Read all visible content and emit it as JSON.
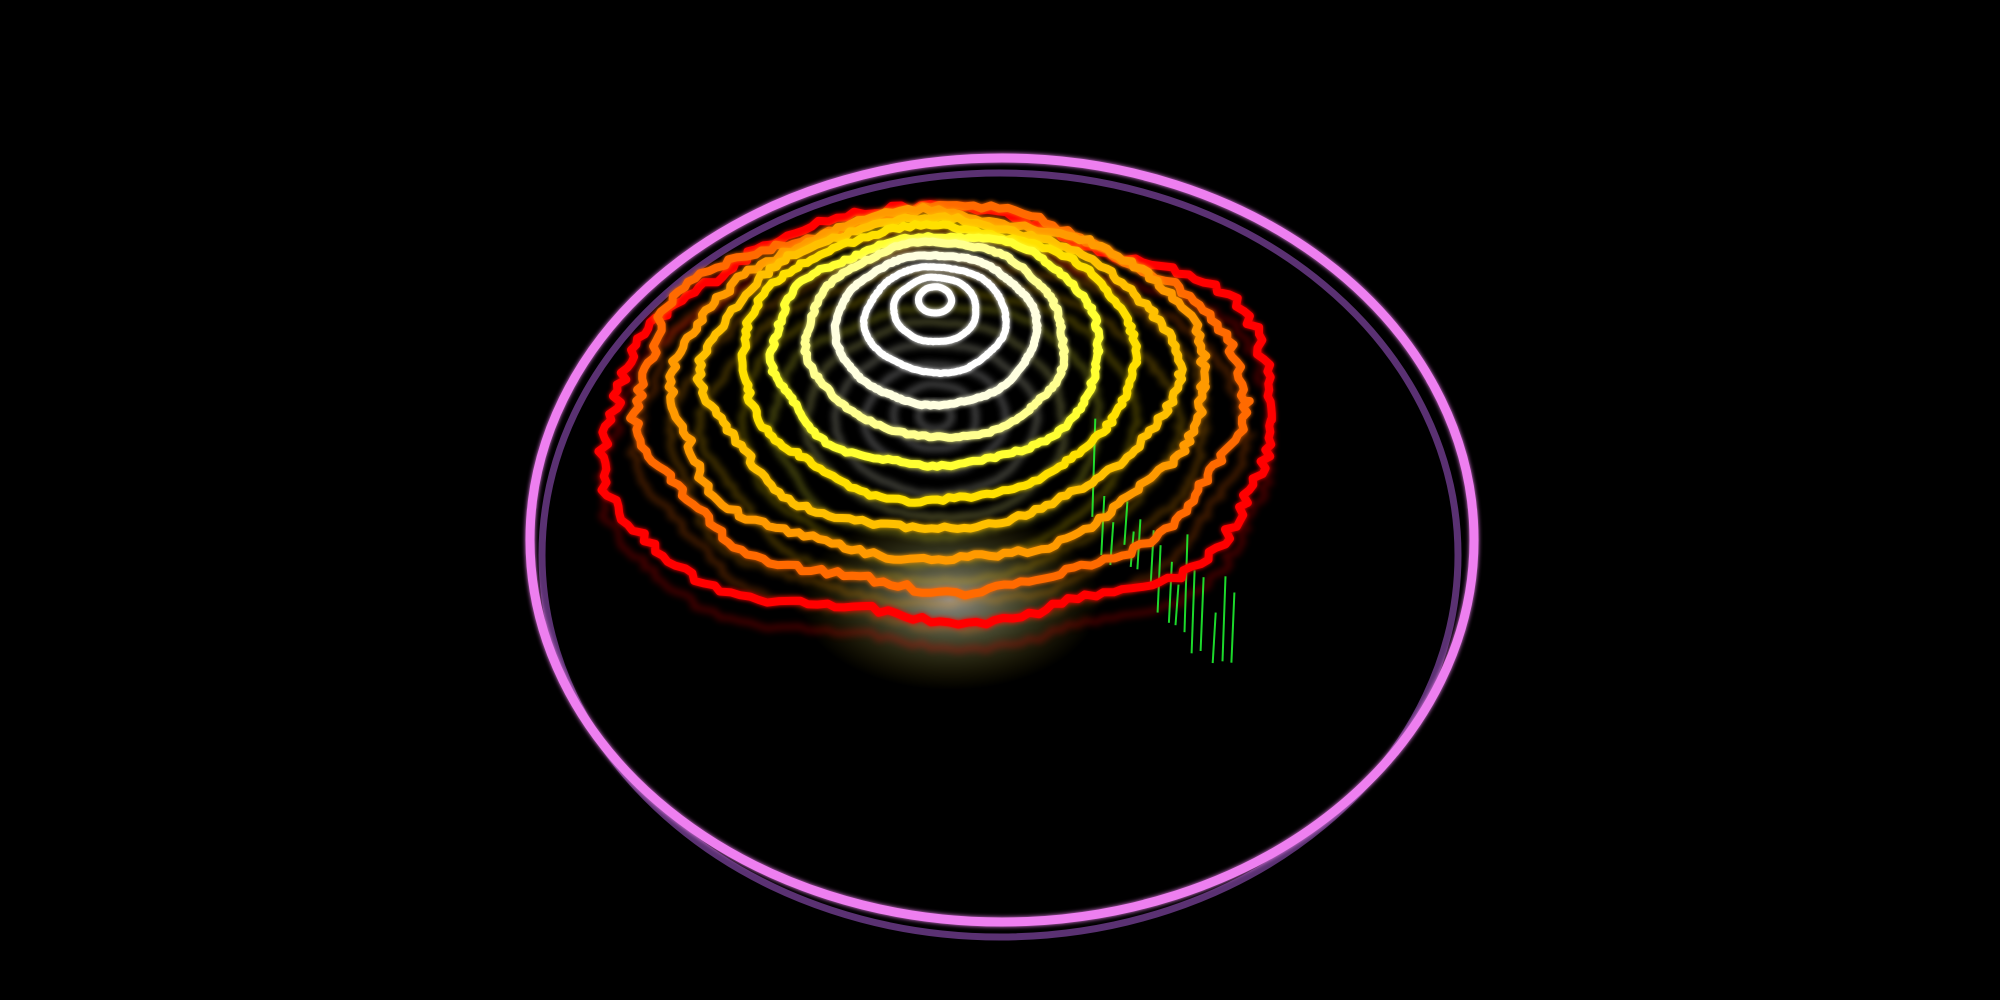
{
  "scene": {
    "background": "#000000",
    "ring_color": "#ee7ff0",
    "ring_shadow_color": "#6a3a86",
    "marker_color": "#22ff33",
    "contour_levels": [
      {
        "level": 1,
        "color": "#ff0000"
      },
      {
        "level": 2,
        "color": "#ff6a00"
      },
      {
        "level": 3,
        "color": "#ff9a00"
      },
      {
        "level": 4,
        "color": "#ffc000"
      },
      {
        "level": 5,
        "color": "#ffe000"
      },
      {
        "level": 6,
        "color": "#ffff30"
      },
      {
        "level": 7,
        "color": "#ffff90"
      },
      {
        "level": 8,
        "color": "#ffffe0"
      },
      {
        "level": 9,
        "color": "#ffffff"
      },
      {
        "level": 10,
        "color": "#ffffff"
      },
      {
        "level": 11,
        "color": "#ffffff"
      }
    ]
  }
}
